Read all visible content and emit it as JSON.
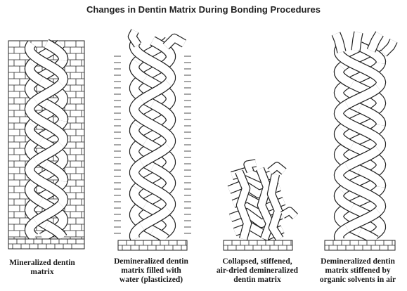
{
  "title": "Changes in Dentin Matrix During Bonding Procedures",
  "panels": [
    {
      "caption": "Mineralized dentin\nmatrix"
    },
    {
      "caption": "Demineralized dentin\nmatrix filled with\nwater (plasticized)"
    },
    {
      "caption": "Collapsed, stiffened,\nair-dried demineralized\ndentin matrix"
    },
    {
      "caption": "Demineralized dentin\nmatrix stiffened by\norganic solvents in air"
    }
  ],
  "colors": {
    "ink": "#222222",
    "paper": "#ffffff"
  }
}
